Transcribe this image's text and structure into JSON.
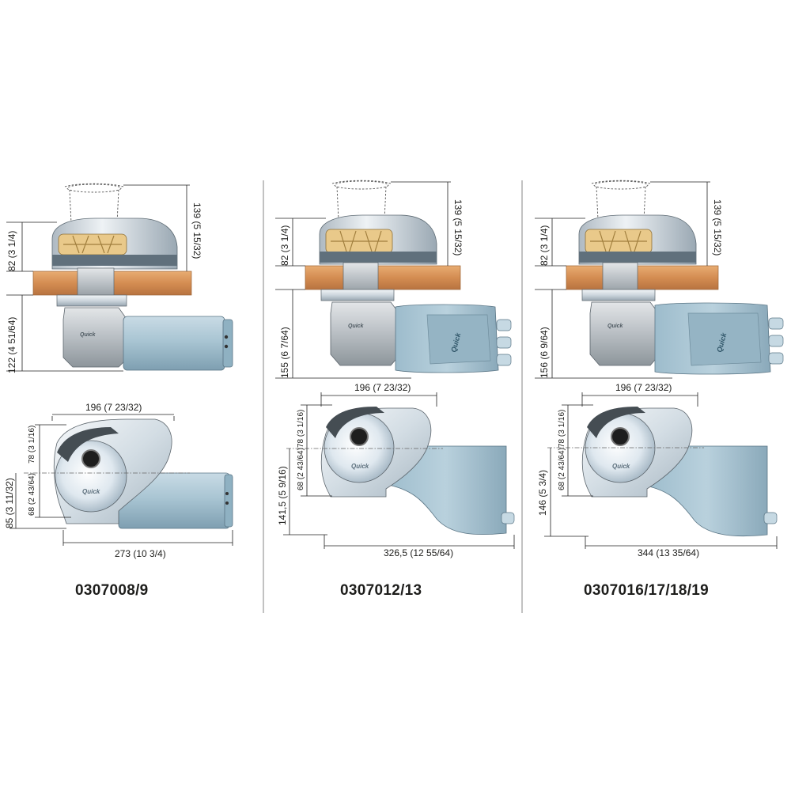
{
  "colors": {
    "deck_wood": "#d9935a",
    "motor_blue": "#a9c5d3",
    "housing_silver": "#d7dee4",
    "gypsy_brass": "#e9c98a",
    "separator": "#9a9a9a",
    "text": "#1d1d1b"
  },
  "logo_text": "Quick",
  "models": [
    {
      "code": "0307008/9",
      "side": {
        "top_height": "139 (5 15/32)",
        "above_deck": "82 (3 1/4)",
        "below_deck": "122 (4 51/64)"
      },
      "plan": {
        "width": "196 (7 23/32)",
        "depth_front": "78 (3 1/16)",
        "depth_rear": "68 (2 43/64)",
        "overall_depth": "85 (3 11/32)",
        "overall_length": "273 (10 3/4)"
      }
    },
    {
      "code": "0307012/13",
      "side": {
        "top_height": "139 (5 15/32)",
        "above_deck": "82 (3 1/4)",
        "below_deck": "155 (6 7/64)"
      },
      "plan": {
        "width": "196 (7 23/32)",
        "depth_front": "78 (3 1/16)",
        "depth_rear": "68 (2 43/64)",
        "overall_depth": "141,5 (5 9/16)",
        "overall_length": "326,5 (12 55/64)"
      }
    },
    {
      "code": "0307016/17/18/19",
      "side": {
        "top_height": "139 (5 15/32)",
        "above_deck": "82 (3 1/4)",
        "below_deck": "156 (6 9/64)"
      },
      "plan": {
        "width": "196 (7 23/32)",
        "depth_front": "78 (3 1/16)",
        "depth_rear": "68 (2 43/64)",
        "overall_depth": "146 (5 3/4)",
        "overall_length": "344 (13 35/64)"
      }
    }
  ]
}
